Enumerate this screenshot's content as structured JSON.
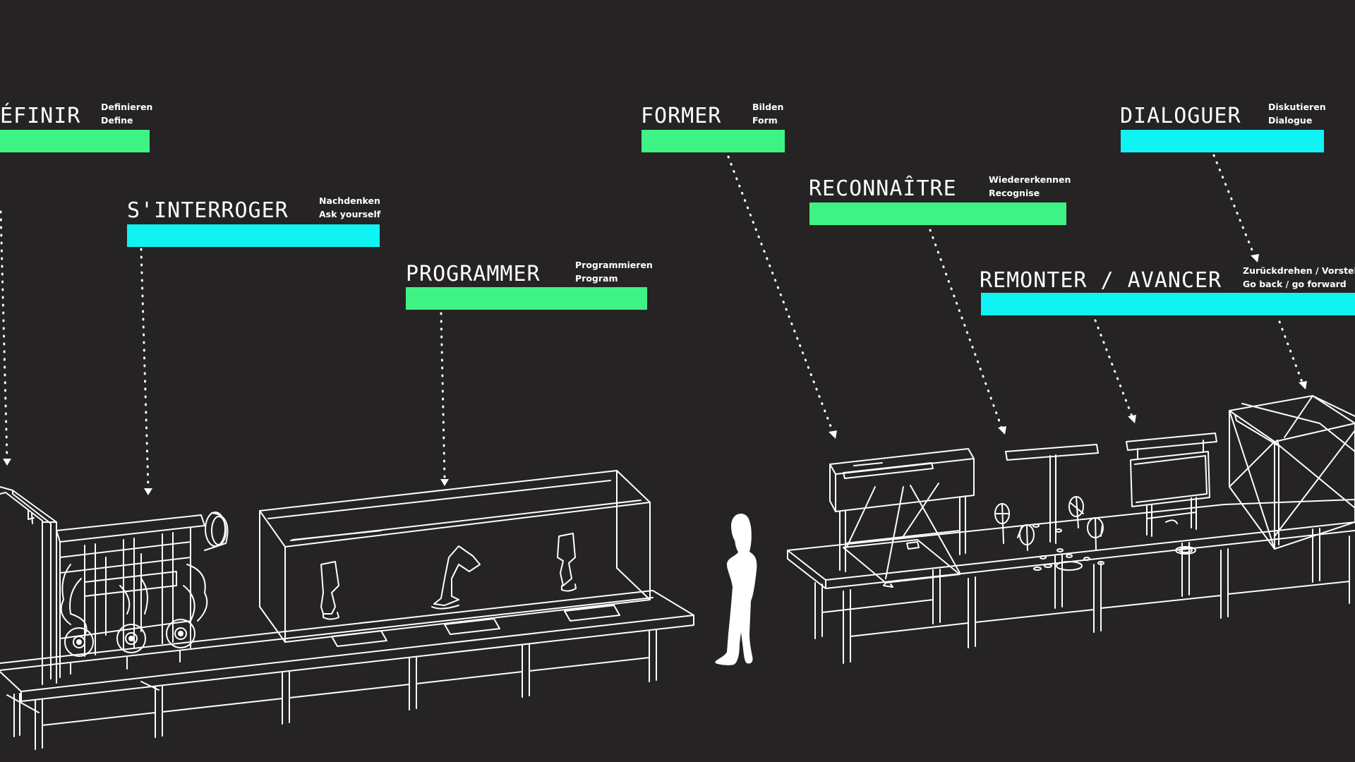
{
  "colors": {
    "background": "#252323",
    "line": "#ffffff",
    "green": "#3ef385",
    "cyan": "#10f3f3"
  },
  "stations": [
    {
      "id": "definir",
      "fr": "ÉFINIR",
      "de": "Definieren",
      "en": "Define",
      "color": "green"
    },
    {
      "id": "sinterroger",
      "fr": "S'INTERROGER",
      "de": "Nachdenken",
      "en": "Ask yourself",
      "color": "cyan"
    },
    {
      "id": "programmer",
      "fr": "PROGRAMMER",
      "de": "Programmieren",
      "en": "Program",
      "color": "green"
    },
    {
      "id": "former",
      "fr": "FORMER",
      "de": "Bilden",
      "en": "Form",
      "color": "green"
    },
    {
      "id": "reconnaitre",
      "fr": "RECONNAÎTRE",
      "de": "Wiedererkennen",
      "en": "Recognise",
      "color": "green"
    },
    {
      "id": "dialoguer",
      "fr": "DIALOGUER",
      "de": "Diskutieren",
      "en": "Dialogue",
      "color": "cyan"
    },
    {
      "id": "remonter",
      "fr": "REMONTER / AVANCER",
      "de": "Zurückdrehen / Vorstelle",
      "en": "Go back / go forward",
      "color": "cyan"
    }
  ]
}
